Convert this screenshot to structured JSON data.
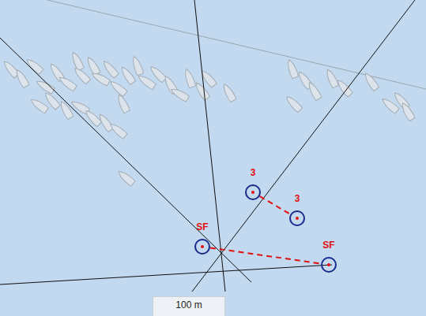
{
  "diagram": {
    "nodes": [
      {
        "text": [
          "3"
        ]
      },
      {
        "text": [
          "3"
        ]
      },
      {
        "text": [
          "SF"
        ]
      },
      {
        "text": [
          "SF"
        ]
      }
    ],
    "edges": [
      {
        "from": 0,
        "to": 1,
        "arrow": "none"
      },
      {
        "from": 2,
        "to": 3,
        "arrow": "none"
      }
    ],
    "labels": [
      "100 m"
    ]
  }
}
